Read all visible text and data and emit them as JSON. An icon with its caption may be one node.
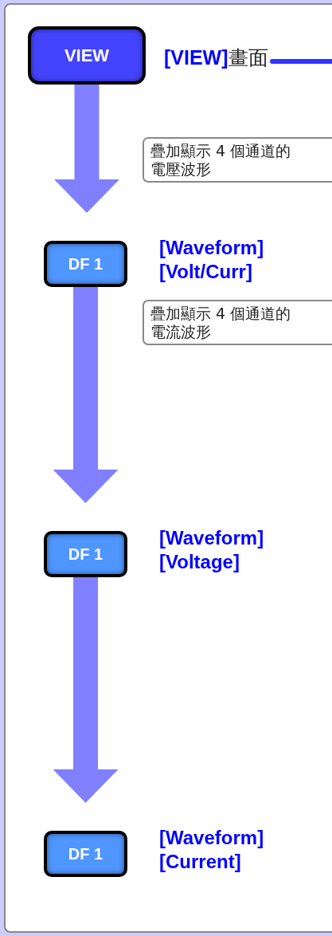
{
  "diagram": {
    "nodes": [
      {
        "text": [
          "VIEW"
        ]
      },
      {
        "text": [
          "**[VIEW]**畫面"
        ]
      },
      {
        "text": [
          "疊加顯示 4 個通道的電壓波形"
        ]
      },
      {
        "text": [
          "DF 1"
        ]
      },
      {
        "text": [
          "疊加顯示 4 個通道的電流波形"
        ]
      },
      {
        "text": [
          "DF 1"
        ]
      },
      {
        "text": [
          "DF 1"
        ]
      }
    ],
    "edges": [
      {
        "from": 0,
        "to": 3,
        "arrow": "to"
      },
      {
        "from": 3,
        "to": 5,
        "arrow": "to"
      },
      {
        "from": 5,
        "to": 6,
        "arrow": "to"
      },
      {
        "from": 1,
        "to": null,
        "arrow": "none",
        "color": "#3333ff"
      }
    ],
    "labels": [
      "[Waveform] [Volt/Curr]",
      "[Waveform] [Voltage]",
      "[Waveform] [Current]"
    ]
  }
}
